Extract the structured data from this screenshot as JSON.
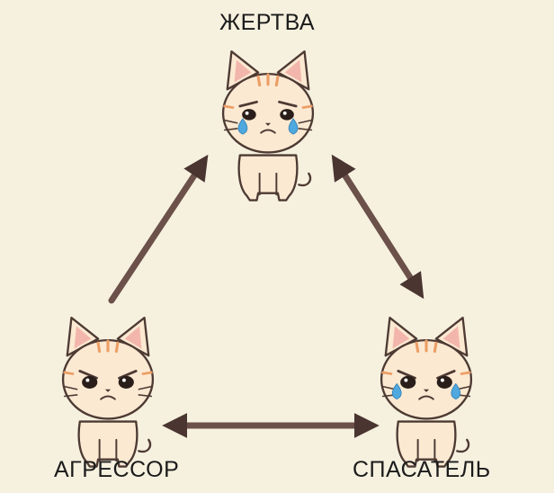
{
  "roles": {
    "victim": {
      "label": "ЖЕРТВА",
      "expression": "crying"
    },
    "aggressor": {
      "label": "АГРЕССОР",
      "expression": "angry"
    },
    "rescuer": {
      "label": "СПАСАТЕЛЬ",
      "expression": "angry-crying"
    }
  },
  "connections": [
    {
      "from": "aggressor",
      "to": "victim",
      "direction": "one-way"
    },
    {
      "from": "victim",
      "to": "rescuer",
      "direction": "two-way"
    },
    {
      "from": "aggressor",
      "to": "rescuer",
      "direction": "two-way"
    }
  ],
  "colors": {
    "background": "#f6f1df",
    "arrow": "#6b5149",
    "cat_fur": "#fbe9d2",
    "cat_stripes": "#ec9e65",
    "cat_outline": "#4d3a33",
    "ear_inner": "#f3b6ac",
    "tears": "#4fa8de",
    "text": "#1b1b1b"
  },
  "icons": [
    "cat-icon",
    "arrow-icon",
    "tear-icon"
  ]
}
